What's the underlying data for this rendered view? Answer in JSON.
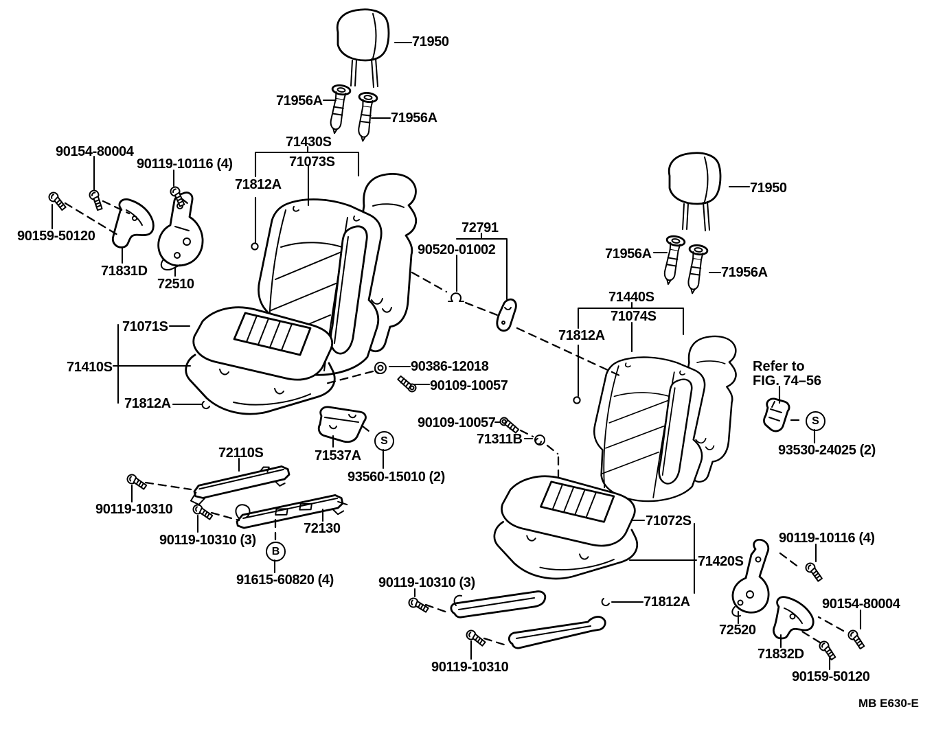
{
  "diagram_title": "front seat and seat track parts diagram",
  "footer": {
    "code": "MB E630-E"
  },
  "note": {
    "line1": "Refer to",
    "line2": "FIG. 74–56"
  },
  "circled": {
    "s_left": "S",
    "s_right": "S",
    "b": "B"
  },
  "labels": [
    {
      "name": "71950-left",
      "text": "71950"
    },
    {
      "name": "71956a-left-1",
      "text": "71956A"
    },
    {
      "name": "71956a-left-2",
      "text": "71956A"
    },
    {
      "name": "71430s",
      "text": "71430S"
    },
    {
      "name": "71073s",
      "text": "71073S"
    },
    {
      "name": "71812a-back-left",
      "text": "71812A"
    },
    {
      "name": "90154-80004-left",
      "text": "90154-80004"
    },
    {
      "name": "90119-10116-left",
      "text": "90119-10116 (4)"
    },
    {
      "name": "90159-50120-left",
      "text": "90159-50120"
    },
    {
      "name": "71831d",
      "text": "71831D"
    },
    {
      "name": "72510",
      "text": "72510"
    },
    {
      "name": "72791",
      "text": "72791"
    },
    {
      "name": "90520-01002",
      "text": "90520-01002"
    },
    {
      "name": "71071s",
      "text": "71071S"
    },
    {
      "name": "71410s",
      "text": "71410S"
    },
    {
      "name": "71812a-cushion-left",
      "text": "71812A"
    },
    {
      "name": "90386-12018",
      "text": "90386-12018"
    },
    {
      "name": "90109-10057-1",
      "text": "90109-10057"
    },
    {
      "name": "90109-10057-2",
      "text": "90109-10057"
    },
    {
      "name": "71311b",
      "text": "71311B"
    },
    {
      "name": "71537a",
      "text": "71537A"
    },
    {
      "name": "93560-15010",
      "text": "93560-15010 (2)"
    },
    {
      "name": "72110s",
      "text": "72110S"
    },
    {
      "name": "90119-10310-1",
      "text": "90119-10310"
    },
    {
      "name": "90119-10310-2",
      "text": "90119-10310 (3)"
    },
    {
      "name": "72130",
      "text": "72130"
    },
    {
      "name": "91615-60820",
      "text": "91615-60820 (4)"
    },
    {
      "name": "71950-right",
      "text": "71950"
    },
    {
      "name": "71956a-right-1",
      "text": "71956A"
    },
    {
      "name": "71956a-right-2",
      "text": "71956A"
    },
    {
      "name": "71440s",
      "text": "71440S"
    },
    {
      "name": "71074s",
      "text": "71074S"
    },
    {
      "name": "71812a-back-right",
      "text": "71812A"
    },
    {
      "name": "93530-24025",
      "text": "93530-24025 (2)"
    },
    {
      "name": "71072s",
      "text": "71072S"
    },
    {
      "name": "71420s",
      "text": "71420S"
    },
    {
      "name": "90119-10310-3",
      "text": "90119-10310 (3)"
    },
    {
      "name": "71812a-cushion-right",
      "text": "71812A"
    },
    {
      "name": "90119-10310-4",
      "text": "90119-10310"
    },
    {
      "name": "90119-10116-right",
      "text": "90119-10116 (4)"
    },
    {
      "name": "90154-80004-right",
      "text": "90154-80004"
    },
    {
      "name": "72520",
      "text": "72520"
    },
    {
      "name": "71832d",
      "text": "71832D"
    },
    {
      "name": "90159-50120-right",
      "text": "90159-50120"
    }
  ]
}
